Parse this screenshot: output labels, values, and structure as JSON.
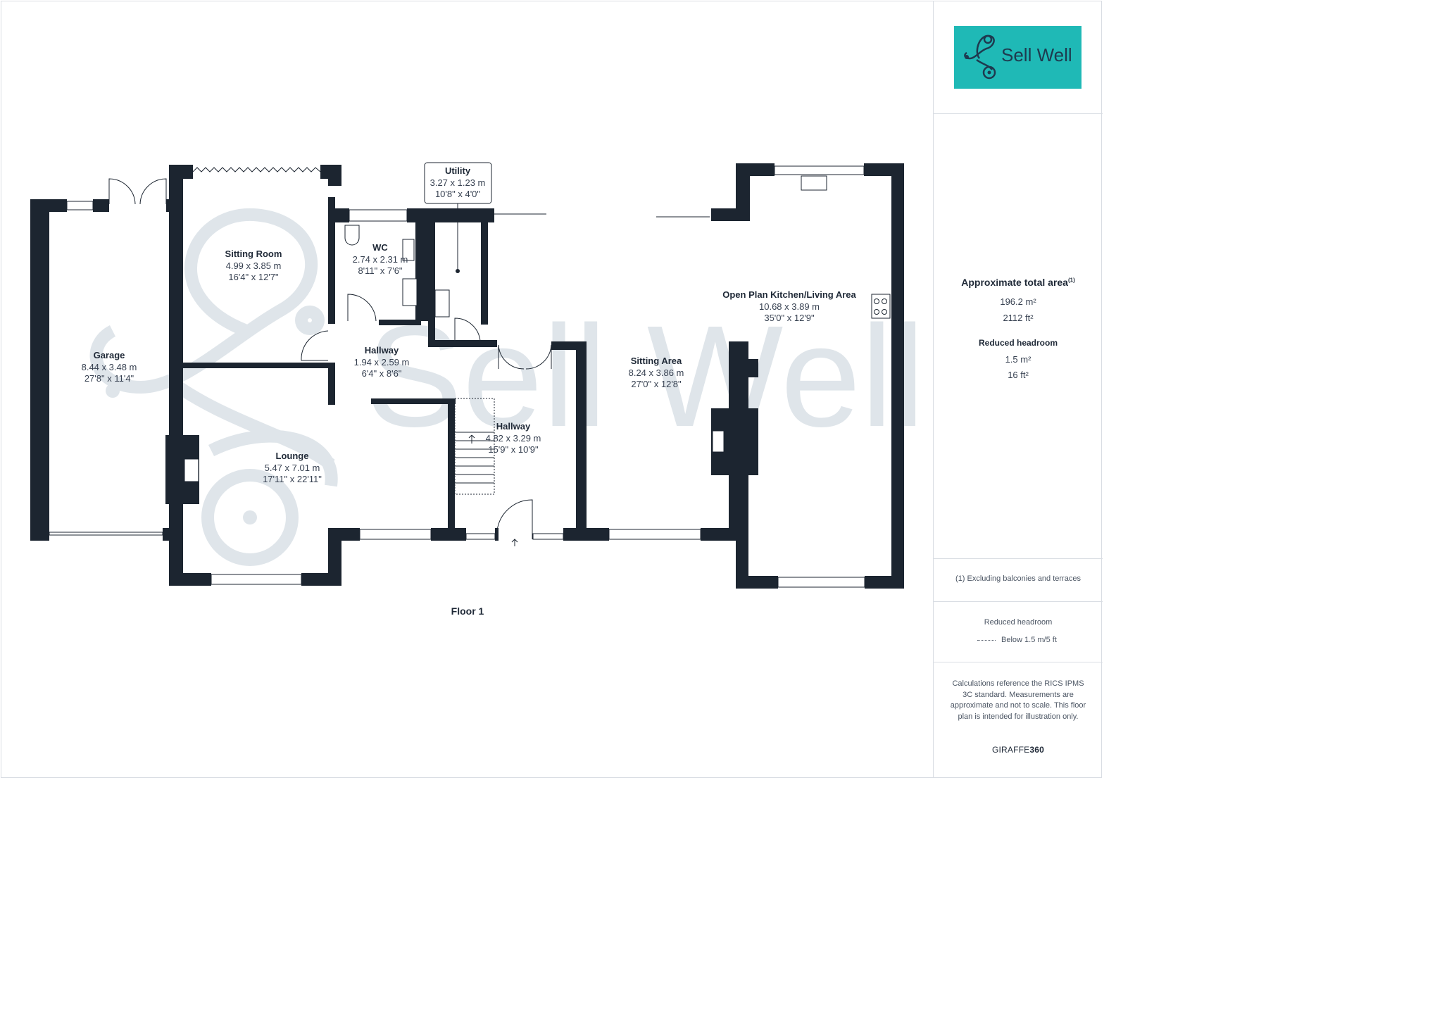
{
  "brand": {
    "name": "Sell Well",
    "accent": "#1fb9b6",
    "text_color": "#1e3a4f",
    "watermark": "Sell Well"
  },
  "floor_label": "Floor 1",
  "rooms": {
    "garage": {
      "name": "Garage",
      "metric": "8.44 x 3.48 m",
      "imperial": "27'8\" x 11'4\""
    },
    "sitting_room": {
      "name": "Sitting Room",
      "metric": "4.99 x 3.85 m",
      "imperial": "16'4\" x 12'7\""
    },
    "wc": {
      "name": "WC",
      "metric": "2.74 x 2.31 m",
      "imperial": "8'11\" x 7'6\""
    },
    "utility": {
      "name": "Utility",
      "metric": "3.27 x 1.23 m",
      "imperial": "10'8\" x 4'0\""
    },
    "hallway_upper": {
      "name": "Hallway",
      "metric": "1.94 x 2.59 m",
      "imperial": "6'4\" x 8'6\""
    },
    "hallway_lower": {
      "name": "Hallway",
      "metric": "4.82 x 3.29 m",
      "imperial": "15'9\" x 10'9\""
    },
    "lounge": {
      "name": "Lounge",
      "metric": "5.47 x 7.01 m",
      "imperial": "17'11\" x 22'11\""
    },
    "sitting_area": {
      "name": "Sitting Area",
      "metric": "8.24 x 3.86 m",
      "imperial": "27'0\" x 12'8\""
    },
    "open_plan": {
      "name": "Open Plan Kitchen/Living Area",
      "metric": "10.68 x 3.89 m",
      "imperial": "35'0\" x 12'9\""
    }
  },
  "sidebar": {
    "area_title": "Approximate total area",
    "area_title_sup": "(1)",
    "area_m2": "196.2 m²",
    "area_ft2": "2112 ft²",
    "reduced_title": "Reduced headroom",
    "reduced_m2": "1.5 m²",
    "reduced_ft2": "16 ft²",
    "note": "(1) Excluding balconies and terraces",
    "legend_title": "Reduced headroom",
    "legend_item": "Below 1.5 m/5 ft",
    "disclaimer": "Calculations reference the RICS IPMS 3C standard. Measurements are approximate and not to scale. This floor plan is intended for illustration only.",
    "brand_light": "GIRAFFE",
    "brand_bold": "360"
  },
  "colors": {
    "wall": "#1c2530",
    "watermark": "#dfe5ea",
    "divider": "#d9dde3"
  }
}
